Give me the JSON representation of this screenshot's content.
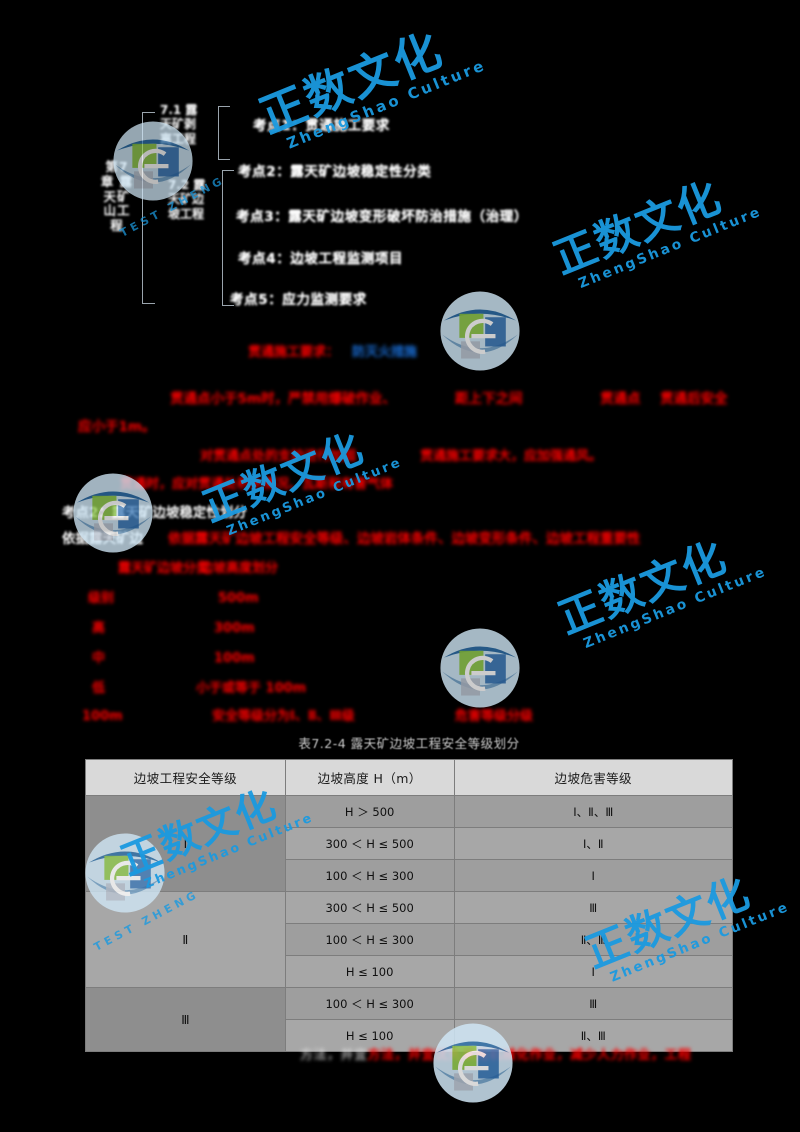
{
  "document": {
    "title": "第7章 露天矿山工程",
    "language": "zh-CN"
  },
  "mindmap": {
    "chapter": "第7章 露天矿山工程",
    "branches": [
      {
        "label": "7.1 露天矿剥离工程"
      },
      {
        "label": "7.2 露天矿边坡工程"
      }
    ],
    "key_points": [
      "考点1：贯通施工要求",
      "考点2：露天矿边坡稳定性分类",
      "考点3：露天矿边坡变形破坏防治措施（治理）",
      "考点4：边坡工程监测项目",
      "考点5：应力监测要求"
    ]
  },
  "body": {
    "redacted_lines": [
      {
        "text": "贯通施工要求：",
        "color": "red"
      },
      {
        "text": "防灭火措施",
        "color": "blue"
      },
      {
        "text": "贯通点小于5m时，严禁用爆破作业、",
        "color": "red"
      },
      {
        "text": "距上下之间",
        "color": "red"
      },
      {
        "text": "贯通点",
        "color": "red"
      },
      {
        "text": "贯通后安全",
        "color": "red"
      },
      {
        "text": "应小于1m。",
        "color": "red"
      },
      {
        "text": "对贯通点处的支护进行加固",
        "color": "red"
      },
      {
        "text": "贯通时，应对贯通处积水情况、瓦斯和有害气体",
        "color": "red"
      },
      {
        "text": "贯通施工要求大，应加强通风。",
        "color": "red"
      },
      {
        "text": "考点2：露天矿边坡稳定性划分",
        "color": "dark"
      },
      {
        "text": "依据露天矿边坡工程安全等级、边坡岩体条件、边坡变形条件、边坡工程重要性",
        "color": "red"
      },
      {
        "text": "露天矿边坡分类",
        "color": "dark"
      },
      {
        "text": "边坡高度划分",
        "color": "red"
      },
      {
        "text": "级别",
        "color": "red"
      },
      {
        "text": "500m",
        "color": "red"
      },
      {
        "text": "高",
        "color": "red"
      },
      {
        "text": "300m",
        "color": "red"
      },
      {
        "text": "中",
        "color": "red"
      },
      {
        "text": "100m",
        "color": "red"
      },
      {
        "text": "低",
        "color": "red"
      },
      {
        "text": "小于或等于 100m",
        "color": "red"
      },
      {
        "text": "100m",
        "color": "red"
      },
      {
        "text": "安全等级分为Ⅰ、Ⅱ、Ⅲ级",
        "color": "red"
      },
      {
        "text": "危害等级分级",
        "color": "red"
      }
    ]
  },
  "table": {
    "caption": "表7.2-4  露天矿边坡工程安全等级划分",
    "columns": [
      "边坡工程安全等级",
      "边坡高度 H（m）",
      "边坡危害等级"
    ],
    "rows": [
      {
        "grade": "Ⅰ",
        "grade_rowspan": 3,
        "height": "H ＞ 500",
        "hazard": "Ⅰ、Ⅱ、Ⅲ"
      },
      {
        "grade": "",
        "grade_rowspan": 0,
        "height": "300 ＜ H ≤ 500",
        "hazard": "Ⅰ、Ⅱ"
      },
      {
        "grade": "",
        "grade_rowspan": 0,
        "height": "100 ＜ H ≤ 300",
        "hazard": "Ⅰ"
      },
      {
        "grade": "Ⅱ",
        "grade_rowspan": 3,
        "height": "300 ＜ H ≤ 500",
        "hazard": "Ⅲ"
      },
      {
        "grade": "",
        "grade_rowspan": 0,
        "height": "100 ＜ H ≤ 300",
        "hazard": "Ⅱ、Ⅲ"
      },
      {
        "grade": "",
        "grade_rowspan": 0,
        "height": "H ≤ 100",
        "hazard": "Ⅰ"
      },
      {
        "grade": "Ⅲ",
        "grade_rowspan": 2,
        "height": "100 ＜ H ≤ 300",
        "hazard": "Ⅲ"
      },
      {
        "grade": "",
        "grade_rowspan": 0,
        "height": "H ≤ 100",
        "hazard": "Ⅱ、Ⅲ"
      }
    ]
  },
  "footer": {
    "text": "方法，并宜优先采用机械化作业，减少人力作业，工程"
  },
  "watermark": {
    "brand_cn": "正数文化",
    "brand_en": "ZhengShao Culture",
    "logo_sub": "TEST  ZHENG",
    "color": "#1b9ae0"
  },
  "colors": {
    "background": "#000000",
    "accent_red": "#e8120c",
    "accent_blue": "#2a6fc4",
    "watermark_blue": "#1b9ae0",
    "table_header": "#d9d9d9",
    "table_cell": "#9e9e9e"
  }
}
